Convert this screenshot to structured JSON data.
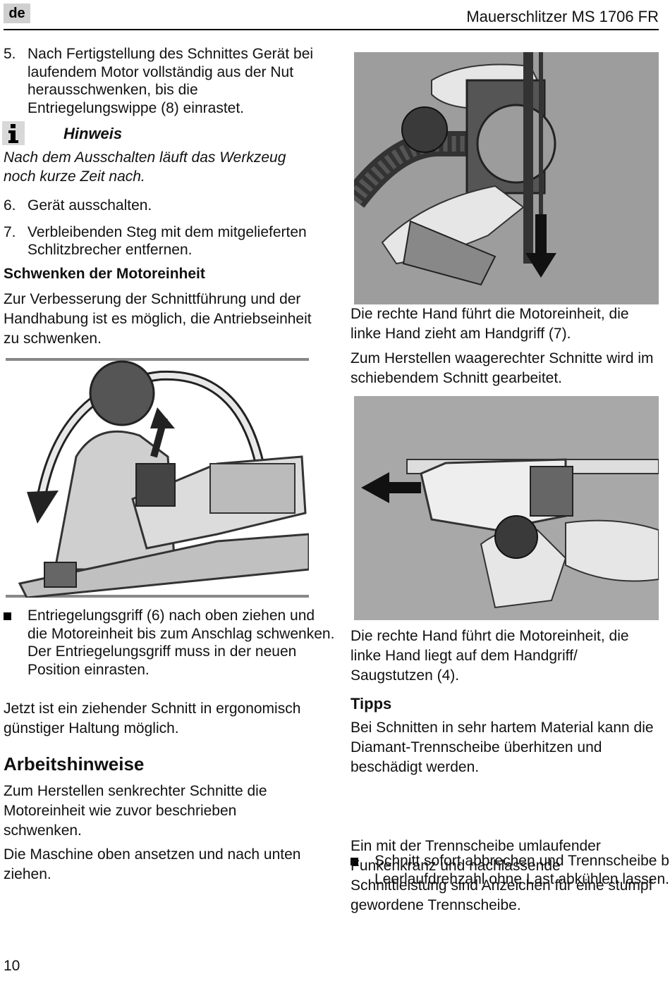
{
  "header": {
    "lang_badge": "de",
    "title": "Mauerschlitzer MS 1706 FR"
  },
  "left": {
    "step5": {
      "num": "5.",
      "text": "Nach Fertigstellung des Schnittes Gerät bei laufendem Motor vollständig aus der Nut herausschwenken, bis die Entriegelungswippe (8) einrastet."
    },
    "note": {
      "icon": "info-icon",
      "heading": "Hinweis",
      "text": "Nach dem Ausschalten läuft das Werkzeug noch kurze Zeit nach."
    },
    "step6": {
      "num": "6.",
      "text": "Gerät ausschalten."
    },
    "step7": {
      "num": "7.",
      "text": "Verbleibenden Steg mit dem mitgelieferten Schlitzbrecher entfernen."
    },
    "section_swivel": {
      "heading": "Schwenken der Motoreinheit",
      "text": "Zur Verbesserung der Schnittführung und der Handhabung ist es möglich, die Antriebseinheit zu schwenken."
    },
    "bullet1": "Entriegelungsgriff (6) nach oben ziehen und die Motoreinheit bis zum Anschlag schwenken.",
    "bullet1_cont": "Der Entriegelungsgriff muss in der neuen Position einrasten.",
    "after_bullet": "Jetzt ist ein ziehender Schnitt in ergonomisch günstiger Haltung möglich.",
    "section_work": {
      "heading": "Arbeitshinweise",
      "p1": "Zum Herstellen senkrechter Schnitte die Motoreinheit wie zuvor beschrieben schwenken.",
      "p2": "Die Maschine oben ansetzen und nach unten ziehen."
    }
  },
  "right": {
    "caption1": "Die rechte Hand führt die Motoreinheit, die linke Hand zieht am Handgriff (7).",
    "p_horizontal": "Zum Herstellen waagerechter Schnitte wird im schiebendem Schnitt gearbeitet.",
    "caption2": "Die rechte Hand führt die Motoreinheit, die linke Hand liegt auf dem Handgriff/ Saugstutzen (4).",
    "tips": {
      "heading": "Tipps",
      "p1": "Bei Schnitten in sehr hartem Material kann die Diamant-Trennscheibe überhitzen und beschädigt werden.",
      "bullet": "Schnitt sofort abbrechen und Trennscheibe bei Leerlaufdrehzahl ohne Last abkühlen lassen.",
      "p2": "Ein mit der Trennscheibe umlaufender Funkenkranz und nachlassende Schnittleistung sind Anzeichen für eine stumpf gewordene Trennscheibe."
    }
  },
  "footer": {
    "page_number": "10"
  }
}
